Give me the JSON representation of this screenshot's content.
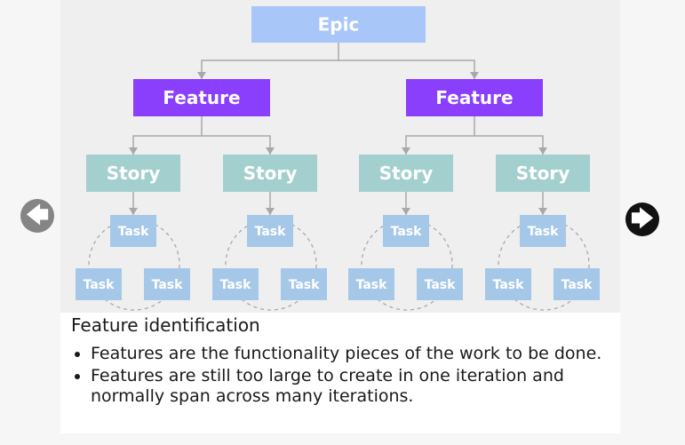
{
  "diagram": {
    "epic_label": "Epic",
    "features": [
      {
        "label": "Feature",
        "stories": [
          {
            "label": "Story",
            "tasks": [
              "Task",
              "Task",
              "Task"
            ]
          },
          {
            "label": "Story",
            "tasks": [
              "Task",
              "Task",
              "Task"
            ]
          }
        ]
      },
      {
        "label": "Feature",
        "stories": [
          {
            "label": "Story",
            "tasks": [
              "Task",
              "Task",
              "Task"
            ]
          },
          {
            "label": "Story",
            "tasks": [
              "Task",
              "Task",
              "Task"
            ]
          }
        ]
      }
    ],
    "colors": {
      "epic": "#a9c6f8",
      "feature": "#8a3ffc",
      "story": "#a3cfcf",
      "task": "#a6c8e8",
      "connector": "#a8a8a8"
    }
  },
  "caption": {
    "title": "Feature identification",
    "bullets": [
      "Features are the functionality pieces of the work to be done.",
      "Features are still too large to create in one iteration and normally span across many iterations."
    ]
  },
  "navigation": {
    "prev_icon": "arrow-left-icon",
    "next_icon": "arrow-right-icon"
  }
}
